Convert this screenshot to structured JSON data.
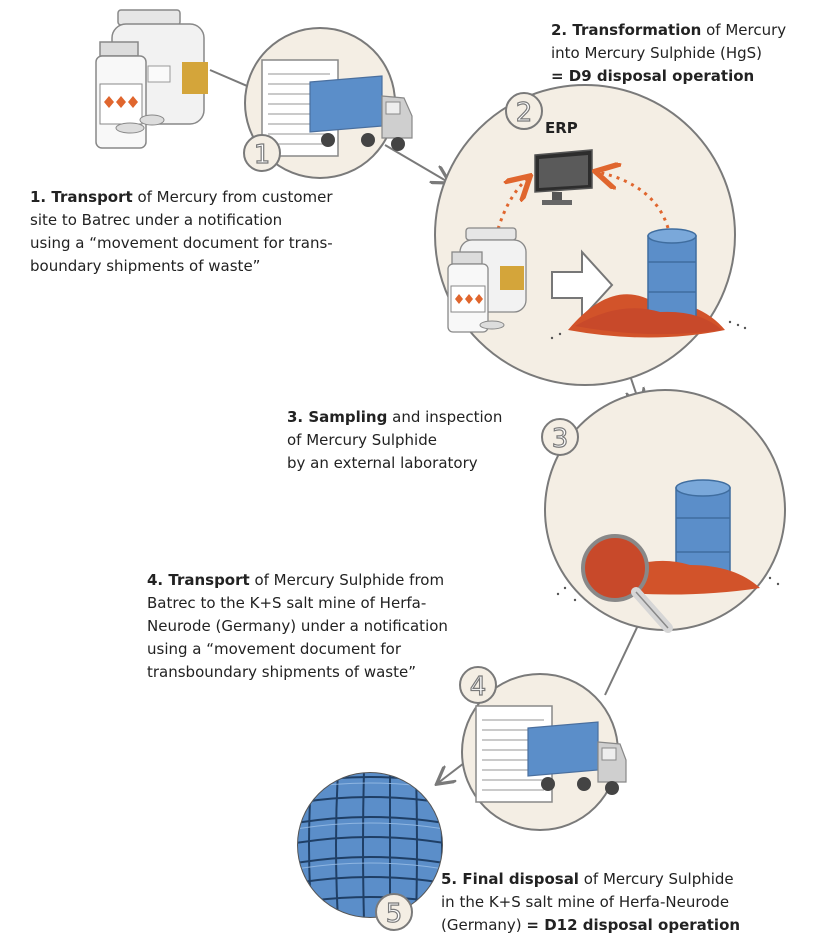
{
  "steps": [
    {
      "number": "1",
      "title": "1. Transport",
      "line1_rest": " of Mercury from customer",
      "line2": "site to Batrec under a notification",
      "line3": "using a “movement document for trans-",
      "line4": "boundary shipments of waste”"
    },
    {
      "number": "2",
      "title": "2. Transformation",
      "line1_rest": " of Mercury",
      "line2": "into Mercury Sulphide (HgS)",
      "line3": "= D9 disposal operation",
      "label": "ERP"
    },
    {
      "number": "3",
      "title": "3. Sampling",
      "line1_rest": " and inspection",
      "line2": "of Mercury Sulphide",
      "line3": "by an external laboratory"
    },
    {
      "number": "4",
      "title": "4. Transport",
      "line1_rest": " of Mercury Sulphide from",
      "line2": "Batrec to the K+S salt mine of Herfa-",
      "line3": "Neurode (Germany) under a notification",
      "line4": "using a “movement document for",
      "line5": "transboundary shipments of waste”"
    },
    {
      "number": "5",
      "title": "5. Final disposal",
      "line1_rest": " of Mercury Sulphide",
      "line2": "in the K+S salt mine of Herfa-Neurode",
      "line3_prefix": "(Germany) ",
      "line3_bold": "= D12 disposal operation"
    }
  ],
  "colors": {
    "circle_fill": "#f4eee4",
    "line": "#7a7a7a",
    "barrel": "#5b8ec9",
    "powder": "#d2532a",
    "arrow_dotted": "#e0662e"
  }
}
